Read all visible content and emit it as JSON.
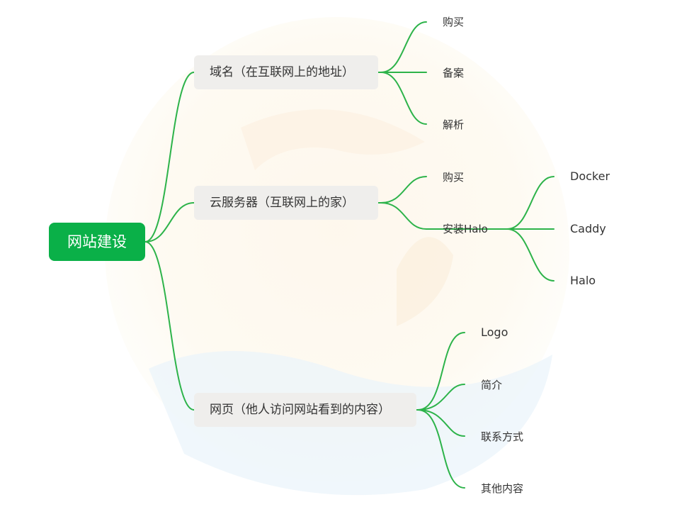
{
  "mindmap": {
    "root": {
      "label": "网站建设"
    },
    "branches": [
      {
        "label": "域名（在互联网上的地址）",
        "children": [
          {
            "label": "购买"
          },
          {
            "label": "备案"
          },
          {
            "label": "解析"
          }
        ]
      },
      {
        "label": "云服务器（互联网上的家）",
        "children": [
          {
            "label": "购买"
          },
          {
            "label": "安装Halo",
            "children": [
              {
                "label": "Docker"
              },
              {
                "label": "Caddy"
              },
              {
                "label": "Halo"
              }
            ]
          }
        ]
      },
      {
        "label": "网页（他人访问网站看到的内容）",
        "children": [
          {
            "label": "Logo"
          },
          {
            "label": "简介"
          },
          {
            "label": "联系方式"
          },
          {
            "label": "其他内容"
          }
        ]
      }
    ]
  },
  "colors": {
    "accent": "#0ab048",
    "edge": "#2db34a",
    "branch_bg": "#efeeec",
    "text": "#333333"
  }
}
